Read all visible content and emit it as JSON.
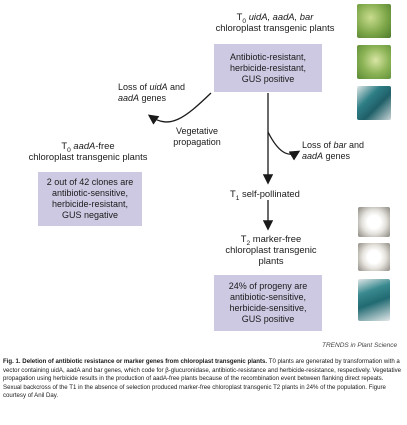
{
  "top_title": {
    "prefix": "T",
    "sub": "0",
    "rest_italic": "uidA, aadA, bar",
    "line2": "chloroplast transgenic plants"
  },
  "top_box": [
    "Antibiotic-resistant,",
    "herbicide-resistant,",
    "GUS positive"
  ],
  "loss_left": {
    "line1_pre": "Loss of ",
    "line1_it": "uidA",
    "line1_post": " and",
    "line2_it": "aadA",
    "line2_post": " genes"
  },
  "vegetative": [
    "Vegetative",
    "propagation"
  ],
  "left_title": {
    "prefix": "T",
    "sub": "0",
    "it": "aadA",
    "rest": "-free",
    "line2": "chloroplast transgenic plants"
  },
  "left_box": [
    "2 out of 42 clones are",
    "antibiotic-sensitive,",
    "herbicide-resistant,",
    "GUS negative"
  ],
  "loss_right": {
    "line1_pre": "Loss of ",
    "line1_it": "bar",
    "line1_post": " and",
    "line2_it": "aadA",
    "line2_post": " genes"
  },
  "self_pollinated": {
    "prefix": "T",
    "sub": "1",
    "rest": " self-pollinated"
  },
  "t2_title": {
    "prefix": "T",
    "sub": "2",
    "rest": " marker-free",
    "line2": "chloroplast transgenic",
    "line3": "plants"
  },
  "bottom_box": [
    "24% of progeny are",
    "antibiotic-sensitive,",
    "herbicide-sensitive,",
    "GUS positive"
  ],
  "credit": "TRENDS in Plant Science",
  "caption": {
    "bold": "Fig. 1.",
    "bold_rest": " Deletion of antibiotic resistance or marker genes from chloroplast transgenic plants.",
    "text": " T0 plants are generated by transformation with a vector containing uidA, aadA and bar genes, which code for β-glucuronidase, antibiotic-resistance and herbicide-resistance, respectively. Vegetative propagation using herbicide results in the production of aadA-free plants because of the recombination event between flanking direct repeats. Sexual backcross of the T1 in the absence of selection produced marker-free chloroplast transgenic T2 plants in 24% of the population. Figure courtesy of Anil Day."
  },
  "colors": {
    "box": "#cdc9e2",
    "leaf_green": "#7fa84a",
    "gus_blue": "#2f7f86"
  }
}
